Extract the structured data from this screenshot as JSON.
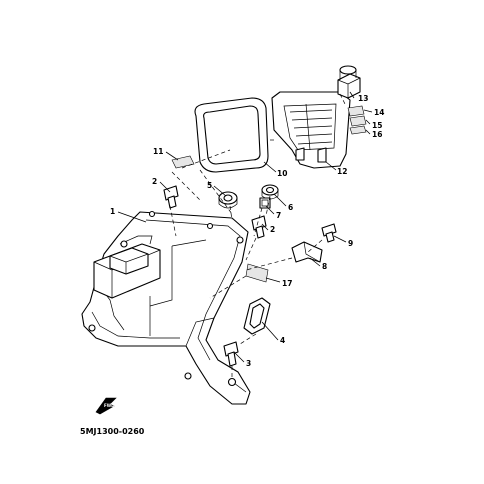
{
  "diagram_code": "5MJ1300-0260",
  "callouts": {
    "c1": "1",
    "c2a": "2",
    "c2b": "2",
    "c3": "3",
    "c4": "4",
    "c5": "5",
    "c6": "6",
    "c7": "7",
    "c8": "8",
    "c9": "9",
    "c10": "10",
    "c11": "11",
    "c12": "12",
    "c13": "13",
    "c14": "14",
    "c15": "15",
    "c16": "16",
    "c17": "17"
  },
  "front_marker": "FWD"
}
